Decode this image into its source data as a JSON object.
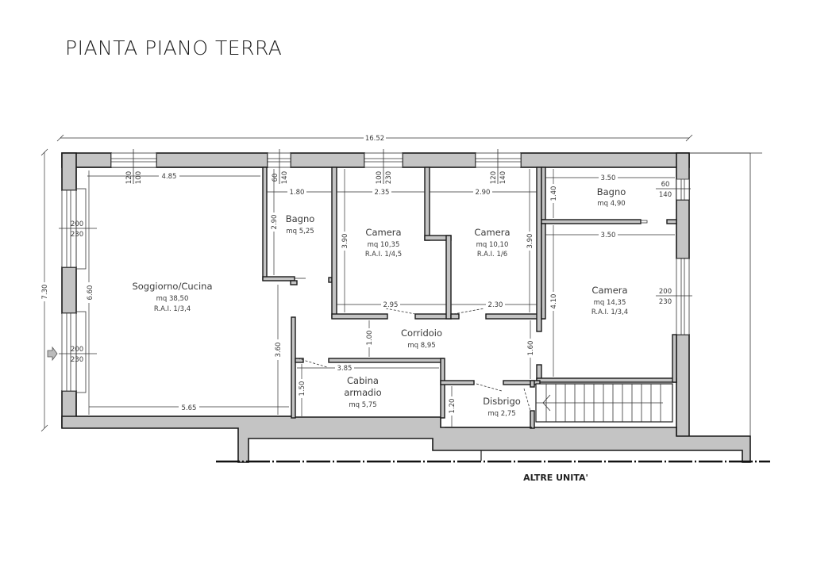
{
  "title": "PIANTA PIANO TERRA",
  "colors": {
    "wall_fill": "#c4c4c4",
    "line": "#1a1a1a",
    "background": "#ffffff"
  },
  "overall_dimensions": {
    "width": "16.52",
    "height": "7.30"
  },
  "rooms": {
    "soggiorno": {
      "name": "Soggiorno/Cucina",
      "area": "mq 38,50",
      "rai": "R.A.I. 1/3,4"
    },
    "bagno1": {
      "name": "Bagno",
      "area": "mq 5,25"
    },
    "camera1": {
      "name": "Camera",
      "area": "mq 10,35",
      "rai": "R.A.I. 1/4,5"
    },
    "camera2": {
      "name": "Camera",
      "area": "mq 10,10",
      "rai": "R.A.I. 1/6"
    },
    "bagno2": {
      "name": "Bagno",
      "area": "mq 4,90"
    },
    "camera3": {
      "name": "Camera",
      "area": "mq 14,35",
      "rai": "R.A.I. 1/3,4"
    },
    "corridoio": {
      "name": "Corridoio",
      "area": "mq 8,95"
    },
    "cabina": {
      "name_line1": "Cabina",
      "name_line2": "armadio",
      "area": "mq 5,75"
    },
    "disbrigo": {
      "name": "Disbrigo",
      "area": "mq 2,75"
    }
  },
  "dimensions": {
    "soggiorno_top": "4.85",
    "soggiorno_bottom": "5.65",
    "soggiorno_height": "6.60",
    "bagno1_width": "1.80",
    "bagno1_height": "2.90",
    "camera1_width": "2.35",
    "camera1_height": "3.90",
    "camera1_bottom": "2.95",
    "camera2_width": "2.90",
    "camera2_height": "3.90",
    "camera2_bottom": "2.30",
    "bagno2_width": "3.50",
    "bagno2_height": "1.40",
    "camera3_width": "3.50",
    "camera3_height": "4.10",
    "corridoio_height": "1.00",
    "corridoio_right": "1.60",
    "passage_height": "3.60",
    "cabina_width": "3.85",
    "cabina_height": "1.50",
    "disbrigo_height": "1.20"
  },
  "windows": {
    "w_top_soggiorno": {
      "sill": "120",
      "height": "100"
    },
    "w_top_bagno1": {
      "sill": "60",
      "height": "140"
    },
    "w_top_camera1": {
      "sill": "100",
      "height": "230"
    },
    "w_top_camera2": {
      "sill": "120",
      "height": "140"
    },
    "w_left_upper": {
      "width": "200",
      "height": "230"
    },
    "w_left_lower": {
      "width": "200",
      "height": "230"
    },
    "w_right_bagno2": {
      "width": "60",
      "height": "140"
    },
    "w_right_camera3": {
      "width": "200",
      "height": "230"
    }
  },
  "footer_label": "ALTRE UNITA'"
}
